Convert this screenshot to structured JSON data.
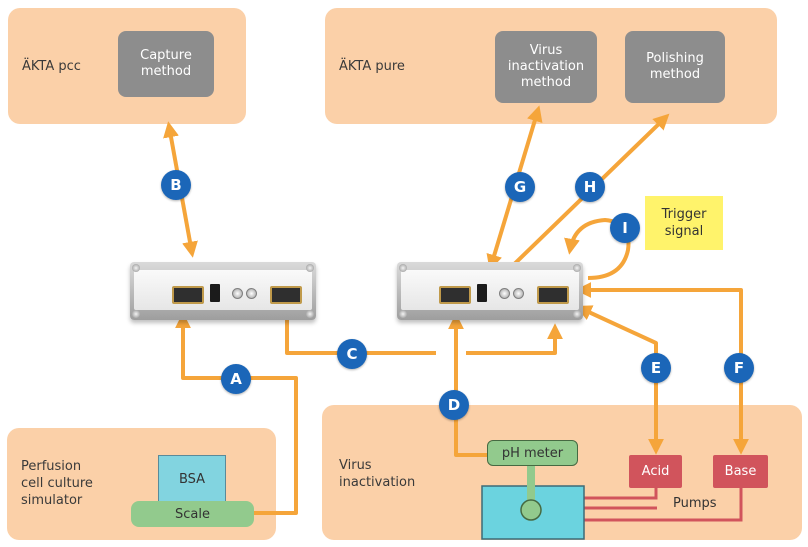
{
  "panels": {
    "akta_pcc": {
      "label": "ÄKTA pcc"
    },
    "akta_pure": {
      "label": "ÄKTA pure"
    },
    "perfusion": {
      "label": "Perfusion\ncell culture\nsimulator"
    },
    "virus": {
      "label": "Virus\ninactivation"
    }
  },
  "methods": {
    "capture": "Capture\nmethod",
    "virus_inactivation": "Virus\ninactivation\nmethod",
    "polishing": "Polishing\nmethod"
  },
  "badges": {
    "a": "A",
    "b": "B",
    "c": "C",
    "d": "D",
    "e": "E",
    "f": "F",
    "g": "G",
    "h": "H",
    "i": "I"
  },
  "boxes": {
    "bsa": "BSA",
    "scale": "Scale",
    "ph_meter": "pH meter",
    "acid": "Acid",
    "base": "Base",
    "trigger": "Trigger\nsignal",
    "pumps": "Pumps"
  },
  "colors": {
    "panel": "#fbd0a8",
    "arrow": "#f5a53a",
    "badge": "#1b66b8",
    "method_box": "#8d8d8d",
    "scale": "#92ca8d",
    "bsa": "#82d4e0",
    "pump_box": "#d1545c",
    "tube": "#d1545c",
    "trigger": "#fff36b"
  }
}
